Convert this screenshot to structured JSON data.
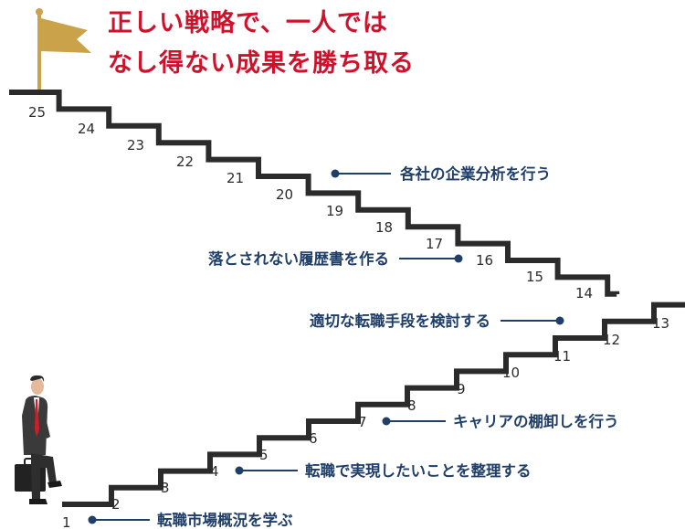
{
  "title": {
    "line1": "正しい戦略で、一人では",
    "line2": "なし得ない成果を勝ち取る"
  },
  "colors": {
    "title": "#d0112b",
    "stairs": "#2b2b2b",
    "label": "#1f3e68",
    "flag": "#caa24a"
  },
  "step_numbers": [
    "1",
    "2",
    "3",
    "4",
    "5",
    "6",
    "7",
    "8",
    "9",
    "10",
    "11",
    "12",
    "13",
    "14",
    "15",
    "16",
    "17",
    "18",
    "19",
    "20",
    "21",
    "22",
    "23",
    "24",
    "25"
  ],
  "milestones": [
    {
      "step": "1",
      "text": "転職市場概況を学ぶ"
    },
    {
      "step": "4",
      "text": "転職で実現したいことを整理する"
    },
    {
      "step": "7",
      "text": "キャリアの棚卸しを行う"
    },
    {
      "step": "13",
      "text": "適切な転職手段を検討する"
    },
    {
      "step": "16",
      "text": "落とされない履歴書を作る"
    },
    {
      "step": "19",
      "text": "各社の企業分析を行う"
    }
  ],
  "icons": {
    "goal": "flag-icon",
    "person": "businessman-climbing-icon"
  }
}
